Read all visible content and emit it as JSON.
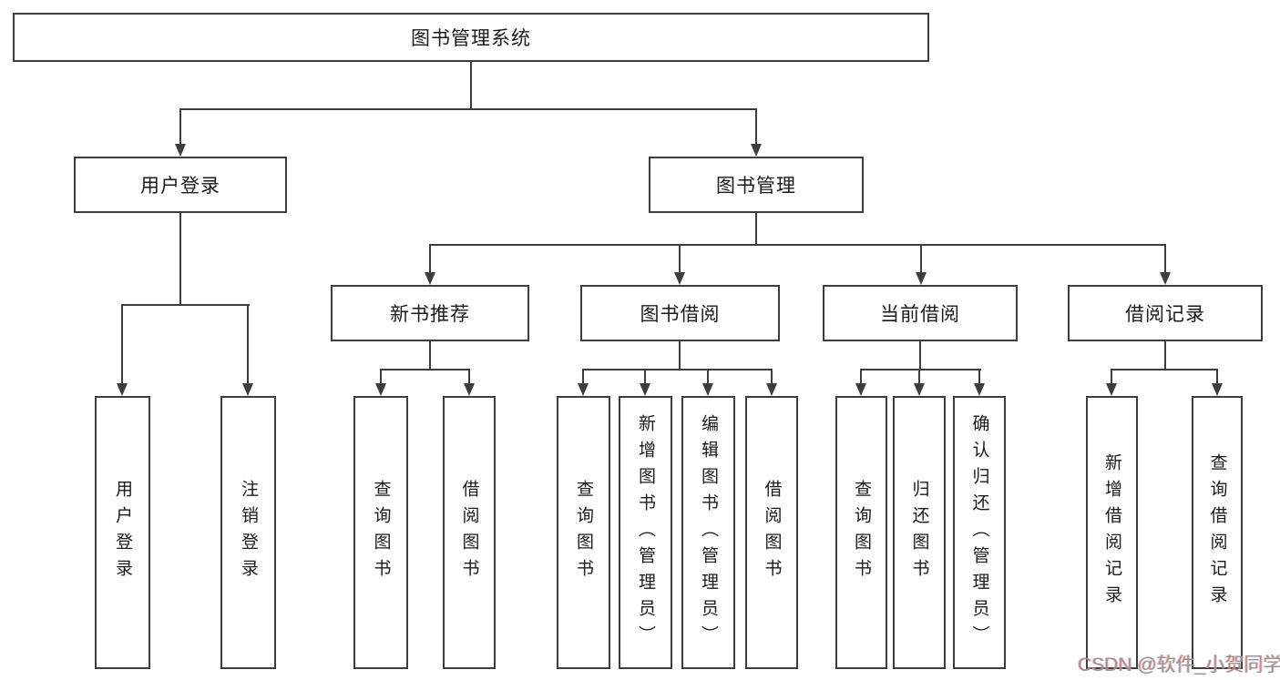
{
  "tree": {
    "root": {
      "label": "图书管理系统"
    },
    "branches": [
      {
        "label": "用户登录",
        "children": [
          "用户登录",
          "注销登录"
        ]
      },
      {
        "label": "图书管理",
        "children": [
          {
            "label": "新书推荐",
            "children": [
              "查询图书",
              "借阅图书"
            ]
          },
          {
            "label": "图书借阅",
            "children": [
              "查询图书",
              "新增图书（管理员）",
              "编辑图书（管理员）",
              "借阅图书"
            ]
          },
          {
            "label": "当前借阅",
            "children": [
              "查询图书",
              "归还图书",
              "确认归还（管理员）"
            ]
          },
          {
            "label": "借阅记录",
            "children": [
              "新增借阅记录",
              "查询借阅记录"
            ]
          }
        ]
      }
    ]
  },
  "watermark": {
    "text": "CSDN @软件_小贺同学"
  },
  "colors": {
    "line": "#3d3d3d",
    "box_background": "#ffffff",
    "text": "#1a1a1a",
    "watermark_gray": "#8f8f8f",
    "watermark_tint": "#f49595"
  }
}
